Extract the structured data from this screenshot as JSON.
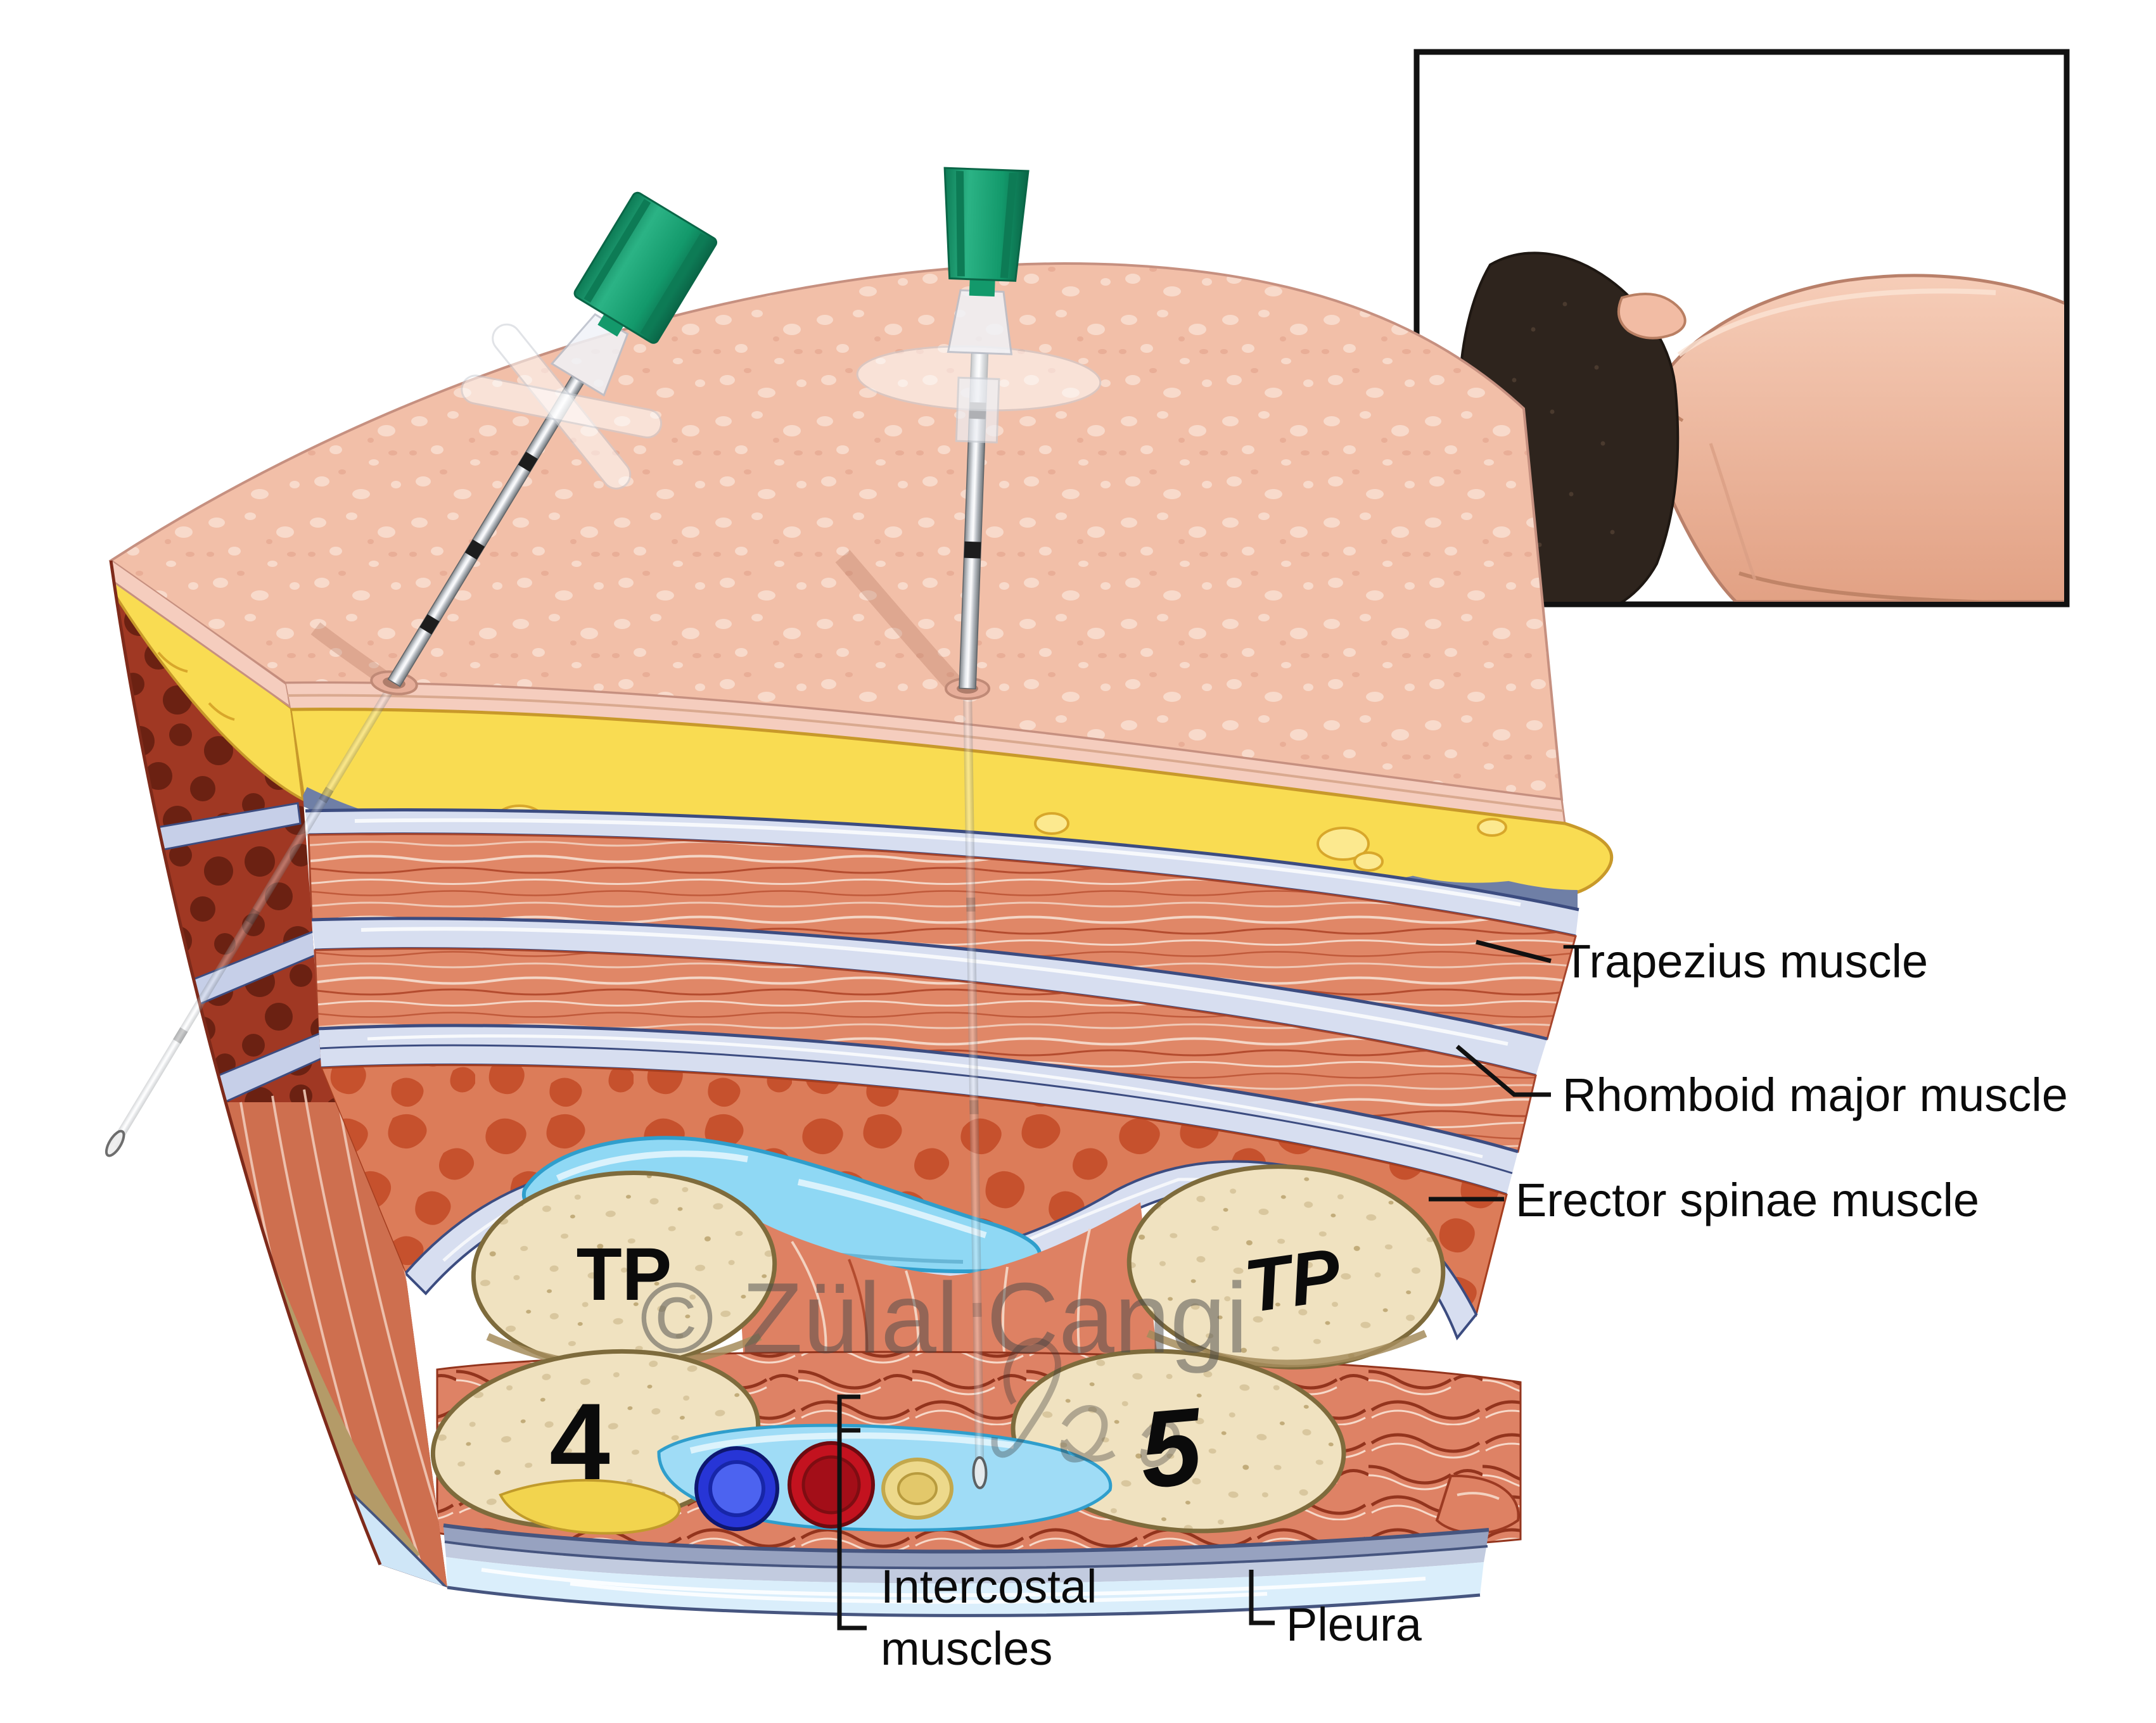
{
  "figure": {
    "type": "medical-anatomical-illustration",
    "subject": "Erector spinae plane / paravertebral needle insertion, cross-section of back tissue layers with prone patient inset"
  },
  "labels": {
    "trapezius": "Trapezius muscle",
    "rhomboid": "Rhomboid major muscle",
    "erector_spinae": "Erector spinae muscle",
    "intercostal_line1": "Intercostal",
    "intercostal_line2": "muscles",
    "pleura": "Pleura",
    "tp_left": "TP",
    "tp_right": "TP",
    "rib_4": "4",
    "rib_5": "5"
  },
  "watermark": {
    "text": "© Zülal Cangi"
  },
  "colors": {
    "skin": "#F2BFA8",
    "skin_edge": "#F5CDBE",
    "fat": "#F9DC52",
    "fat_outline": "#C8992A",
    "fascia": "#D7DEF0",
    "fascia_edge": "#3C4C80",
    "muscle_fiber": "#E08767",
    "muscle_dark_line": "#B44C2F",
    "erector_spinae_base": "#DC7C59",
    "erector_spinae_blob": "#C6512D",
    "cut_face": "#A03823",
    "cut_face_blob": "#6B2112",
    "bone": "#F0E2C0",
    "bone_outline": "#7E6B3C",
    "anesthetic_fluid": "#8FD8F4",
    "fluid_outline": "#2F9ECC",
    "vein": "#2735D6",
    "artery": "#C3121F",
    "nerve": "#EDD98B",
    "pleura_band_gray": "#97A2C0",
    "pleura_band_light": "#DAEEFB",
    "needle_hub_green": "#13996B",
    "label_text": "#0b0b0b"
  }
}
